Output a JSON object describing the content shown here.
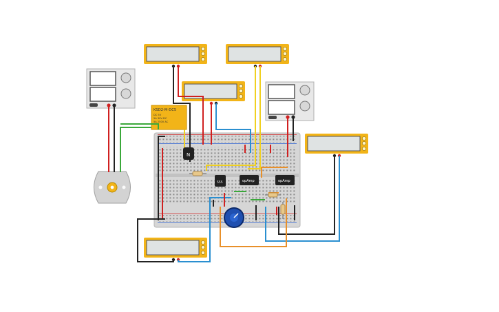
{
  "canvas": {
    "background": "#ffffff"
  },
  "colors": {
    "multimeter_body": "#f2b418",
    "multimeter_screen": "#dfe3e3",
    "breadboard": "#d4d4d4",
    "wire_red": "#d02020",
    "wire_black": "#222222",
    "wire_green": "#3aa83a",
    "wire_blue": "#2a8fd0",
    "wire_yellow": "#f0d020",
    "wire_orange": "#e8902a",
    "relay_body": "#f2b418",
    "potentiometer": "#1f4fb0"
  },
  "components": {
    "relay": {
      "part": "KSD2-M-DC5",
      "lines": [
        "DC 5V",
        "5A 30V DC",
        "5A 250V AC"
      ]
    },
    "transistor_label": "N",
    "timer_label": "555",
    "opamp_1_label": "opAmp",
    "opamp_2_label": "opAmp"
  },
  "multimeters": [
    {
      "name": "multimeter-top-left",
      "icon": "multimeter-icon"
    },
    {
      "name": "multimeter-top-right",
      "icon": "multimeter-icon"
    },
    {
      "name": "multimeter-middle",
      "icon": "multimeter-icon"
    },
    {
      "name": "multimeter-right",
      "icon": "multimeter-icon"
    },
    {
      "name": "multimeter-bottom",
      "icon": "multimeter-icon"
    }
  ],
  "power_supplies": [
    {
      "name": "power-supply-left",
      "icon": "power-supply-icon"
    },
    {
      "name": "power-supply-right",
      "icon": "power-supply-icon"
    }
  ],
  "motor": {
    "icon": "dc-motor-icon"
  }
}
